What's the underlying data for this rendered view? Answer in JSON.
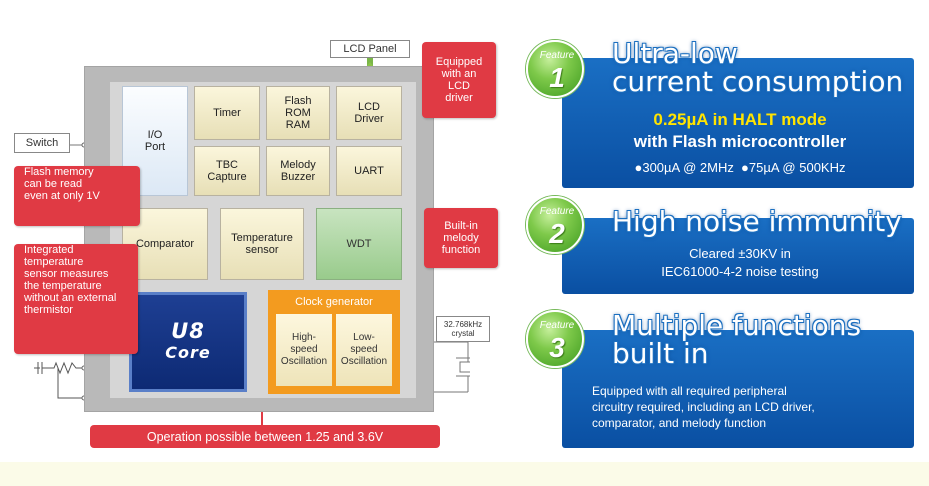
{
  "diagram": {
    "lcd_panel": "LCD Panel",
    "switch": "Switch",
    "crystal": [
      "32.768kHz",
      "crystal"
    ],
    "blocks": {
      "io_port": [
        "I/O",
        "Port"
      ],
      "timer": "Timer",
      "flash": [
        "Flash",
        "ROM",
        "RAM"
      ],
      "lcd_driver": [
        "LCD",
        "Driver"
      ],
      "tbc": [
        "TBC",
        "Capture"
      ],
      "melody": [
        "Melody",
        "Buzzer"
      ],
      "uart": "UART",
      "comparator": "Comparator",
      "temp_sensor": [
        "Temperature",
        "sensor"
      ],
      "wdt": "WDT",
      "core": [
        "U8",
        "Core"
      ],
      "clock_title": "Clock generator",
      "high_osc": [
        "High-",
        "speed",
        "Oscillation"
      ],
      "low_osc": [
        "Low-",
        "speed",
        "Oscillation"
      ]
    },
    "callouts": {
      "lcd": [
        "Equipped",
        "with an",
        "LCD",
        "driver"
      ],
      "flash": [
        "Flash memory",
        "can be read",
        "even at only 1V"
      ],
      "temp": [
        "Integrated",
        "temperature",
        "sensor measures",
        "the temperature",
        "without an external",
        "thermistor"
      ],
      "melody": [
        "Built-in",
        "melody",
        "function"
      ],
      "operation": "Operation possible between 1.25 and 3.6V"
    }
  },
  "features": [
    {
      "word": "Feature",
      "number": "1",
      "title": [
        "Ultra-low",
        "current consumption"
      ],
      "highlight": "0.25µA in HALT mode",
      "subtitle": "with Flash microcontroller",
      "detail": "●300µA @ 2MHz  ●75µA @ 500KHz"
    },
    {
      "word": "Feature",
      "number": "2",
      "title": [
        "High noise immunity"
      ],
      "lines": [
        "Cleared ±30KV in",
        "IEC61000-4-2 noise testing"
      ]
    },
    {
      "word": "Feature",
      "number": "3",
      "title": [
        "Multiple functions",
        "built in"
      ],
      "lines": [
        "Equipped with all required peripheral",
        "circuitry required, including an LCD driver,",
        "comparator, and melody function"
      ]
    }
  ],
  "colors": {
    "callout_red": "#e03a44",
    "panel_blue": "#0a4fa2",
    "feature_green": "#7ec94a",
    "highlight_yellow": "#ffe400",
    "clock_orange": "#f39b1f"
  }
}
